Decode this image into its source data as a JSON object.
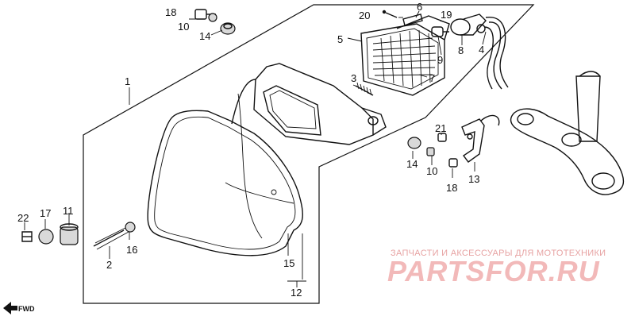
{
  "part_labels": {
    "p1": "1",
    "p2": "2",
    "p3": "3",
    "p4": "4",
    "p5": "5",
    "p6": "6",
    "p7": "7",
    "p8": "8",
    "p9": "9",
    "p10a": "10",
    "p10b": "10",
    "p11": "11",
    "p12": "12",
    "p13": "13",
    "p14a": "14",
    "p14b": "14",
    "p15": "15",
    "p16": "16",
    "p17": "17",
    "p18a": "18",
    "p18b": "18",
    "p19": "19",
    "p20": "20",
    "p21": "21",
    "p22": "22"
  },
  "direction": {
    "fwd": "FWD"
  },
  "watermark": {
    "tagline": "ЗАПЧАСТИ И АКСЕССУАРЫ ДЛЯ МОТОТЕХНИКИ",
    "brand": "PARTSFOR.RU"
  },
  "colors": {
    "line": "#111111",
    "watermark": "#f2b9b9"
  }
}
